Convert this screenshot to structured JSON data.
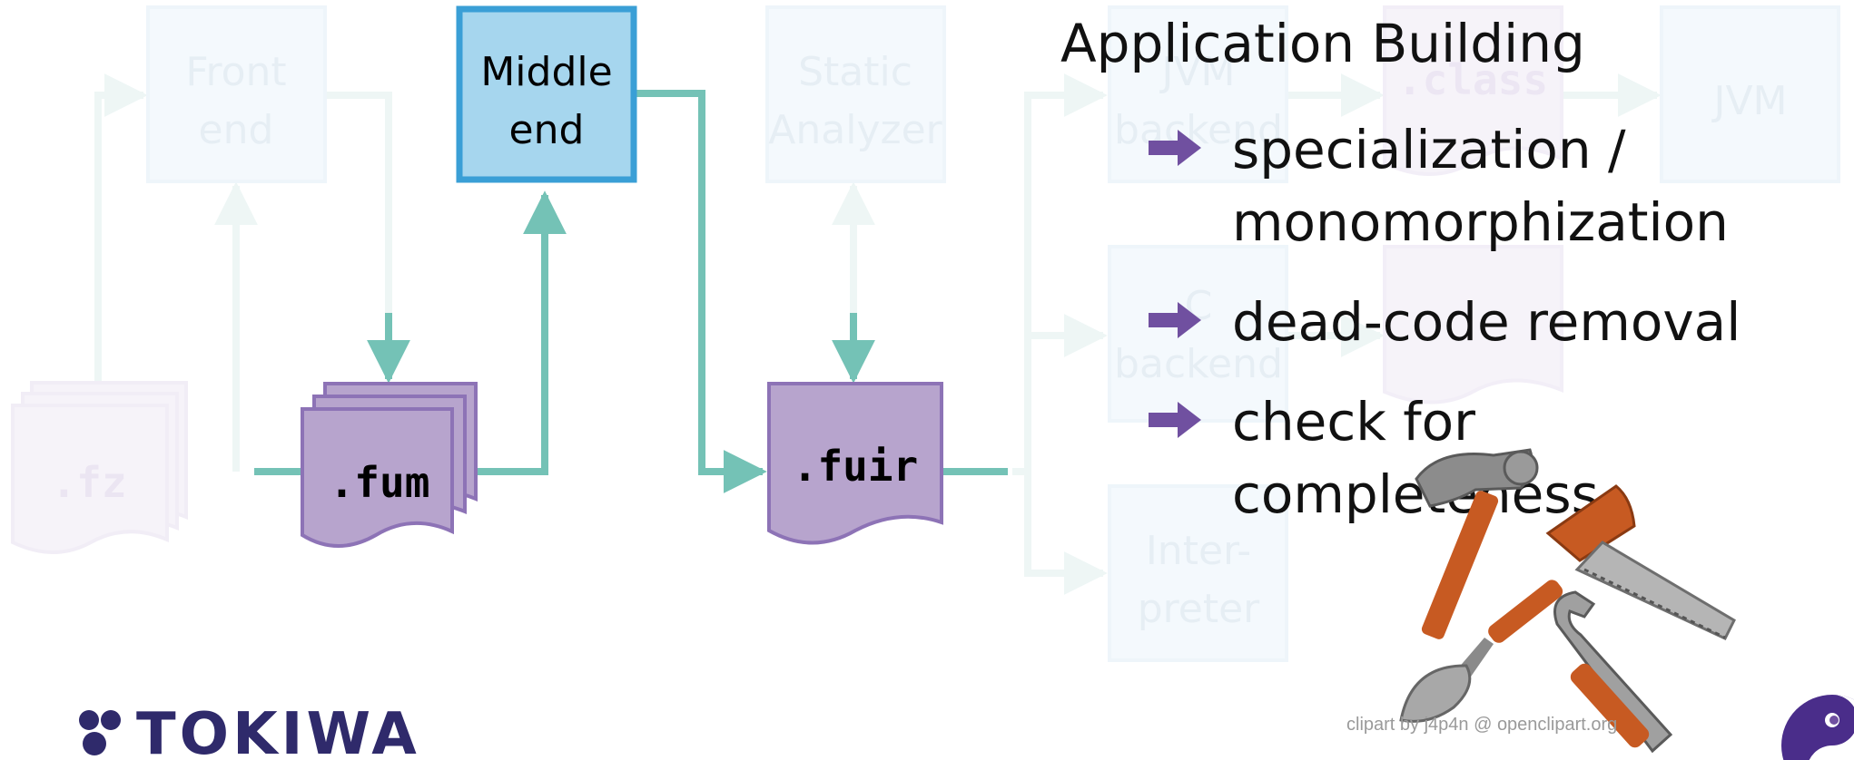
{
  "slide": {
    "title": "Application Building",
    "bullets": [
      "specialization / monomorphization",
      "dead-code removal",
      "check for completeness"
    ],
    "credit": "clipart by j4p4n @ openclipart.org",
    "logo_text": "TOKIWA"
  },
  "diagram": {
    "active_boxes": {
      "middle_end": [
        "Middle",
        "end"
      ]
    },
    "faded_boxes": {
      "front_end": [
        "Front",
        "end"
      ],
      "static_analyzer": [
        "Static",
        "Analyzer"
      ],
      "jvm_backend": [
        "JVM",
        "backend"
      ],
      "c_backend": [
        "C",
        "backend"
      ],
      "interpreter": [
        "Inter-",
        "preter"
      ],
      "jvm": [
        "JVM"
      ]
    },
    "files": {
      "fz": ".fz",
      "fum": ".fum",
      "fuir": ".fuir",
      "class": ".class"
    }
  },
  "colors": {
    "active_box_fill": "#a6d6ee",
    "active_box_border": "#3a9fd6",
    "faded_box_fill": "#f4f9fd",
    "faded_box_border": "#eef5fa",
    "file_fill": "#b7a4cd",
    "file_border": "#8d73b6",
    "arrow": "#74c2b6",
    "faded_arrow": "#eef6f5",
    "bullet_arrow": "#7050a0",
    "logo": "#2f2a6b"
  },
  "icons": [
    "right-arrow-icon",
    "hammer-icon",
    "saw-icon",
    "trowel-icon",
    "wrench-icon",
    "yin-yang-icon"
  ]
}
